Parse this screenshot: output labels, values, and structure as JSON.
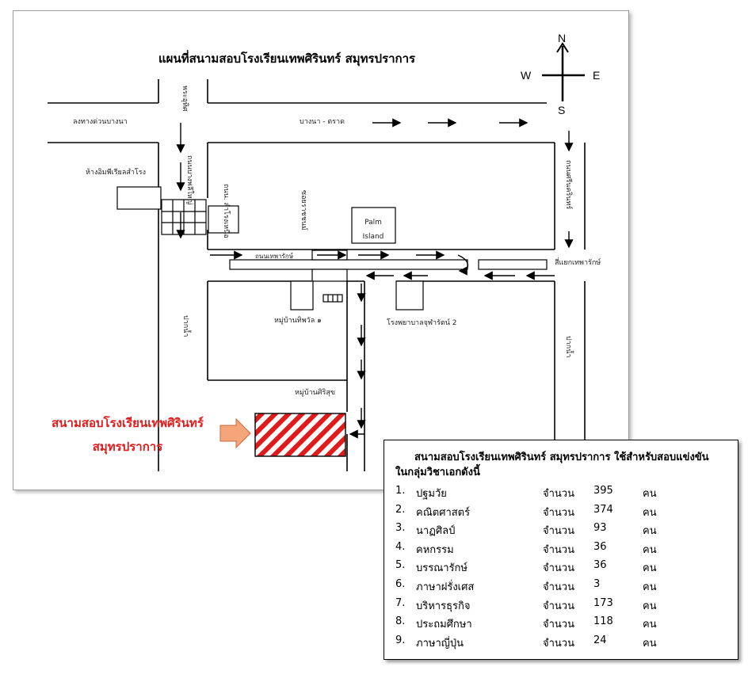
{
  "map": {
    "title": "แผนที่สนามสอบโรงเรียนเทพศิรินทร์ สมุทรปราการ",
    "compass": {
      "north": "N",
      "south": "S",
      "west": "W",
      "east": "E"
    },
    "labels": {
      "prachauthit": "พระอุทิศ",
      "bangphli": "ถนนบางพลีใหญ่",
      "samrong_road": "ถนน. สำโรงเหนือ",
      "soi_rach": "ซอยราชชนม์",
      "thepharak_road": "ถนนเทพารักษ์",
      "srinakarin": "ถนนศรีนครินทร์",
      "thepharak_junction": "สี่แยกเทพารักษ์",
      "bangna_trat": "บางนา - ตราด",
      "to_bangna": "ลงทางด่วนบางนา",
      "imperial": "ห้างอิมพีเรียลสำโรง",
      "palm_island": "Palm Island",
      "village_1": "หมู่บ้านทิพวัล ๑",
      "hospital": "โรงพยาบาลจุฬารัตน์ 2",
      "village_sirisuk": "หมู่บ้านศิริสุข",
      "paknam_left": "ปากน้ำ",
      "paknam_right": "ปากน้ำ"
    },
    "venue_label_line1": "สนามสอบโรงเรียนเทพศิรินทร์",
    "venue_label_line2": "สมุทรปราการ",
    "colors": {
      "venue": "#e01b1b",
      "arrow": "#f4a57a"
    }
  },
  "info": {
    "heading_line1": "สนามสอบโรงเรียนเทพศิรินทร์ สมุทรปราการ ใช้สำหรับสอบแข่งขัน",
    "heading_line2": "ในกลุ่มวิชาเอกดังนี้",
    "count_label": "จำนวน",
    "unit": "คน",
    "subjects": [
      {
        "no": "1.",
        "name": "ปฐมวัย",
        "count": "395"
      },
      {
        "no": "2.",
        "name": "คณิตศาสตร์",
        "count": "374"
      },
      {
        "no": "3.",
        "name": "นาฏศิลป์",
        "count": "93"
      },
      {
        "no": "4.",
        "name": "คหกรรม",
        "count": "36"
      },
      {
        "no": "5.",
        "name": "บรรณารักษ์",
        "count": "36"
      },
      {
        "no": "6.",
        "name": "ภาษาฝรั่งเศส",
        "count": "3"
      },
      {
        "no": "7.",
        "name": "บริหารธุรกิจ",
        "count": "173"
      },
      {
        "no": "8.",
        "name": "ประถมศึกษา",
        "count": "118"
      },
      {
        "no": "9.",
        "name": "ภาษาญี่ปุ่น",
        "count": "24"
      }
    ]
  }
}
